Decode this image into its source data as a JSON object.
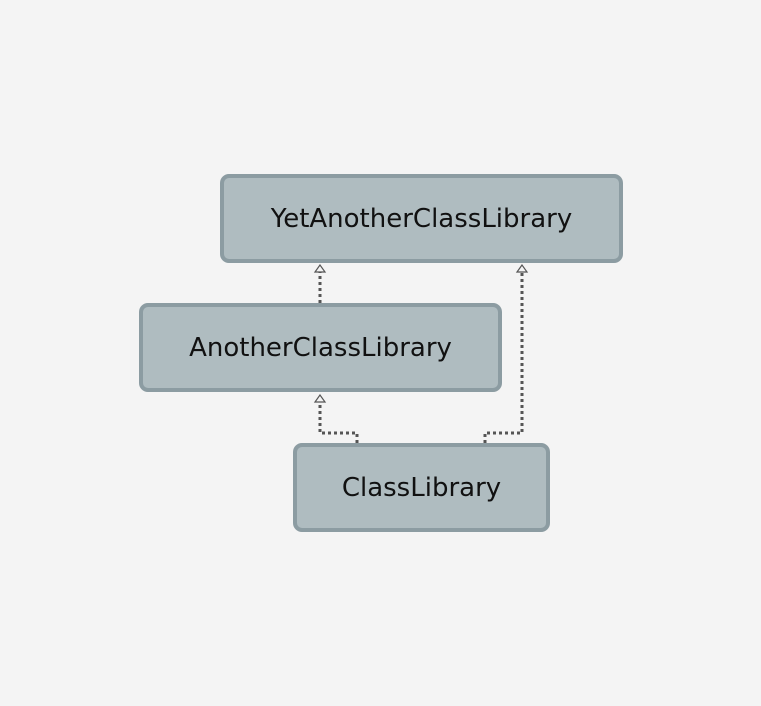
{
  "diagram": {
    "nodes": [
      {
        "id": "yet-another",
        "label": "YetAnotherClassLibrary"
      },
      {
        "id": "another",
        "label": "AnotherClassLibrary"
      },
      {
        "id": "class-library",
        "label": "ClassLibrary"
      }
    ],
    "edges": [
      {
        "from": "another",
        "to": "yet-another",
        "style": "dotted",
        "arrow": "hollow-triangle"
      },
      {
        "from": "class-library",
        "to": "another",
        "style": "dotted",
        "arrow": "hollow-triangle"
      },
      {
        "from": "class-library",
        "to": "yet-another",
        "style": "dotted",
        "arrow": "hollow-triangle"
      }
    ],
    "colors": {
      "background": "#f4f4f4",
      "node_fill": "#afbcc0",
      "node_border": "#8c9ca2",
      "edge": "#555555",
      "text": "#111111"
    }
  }
}
